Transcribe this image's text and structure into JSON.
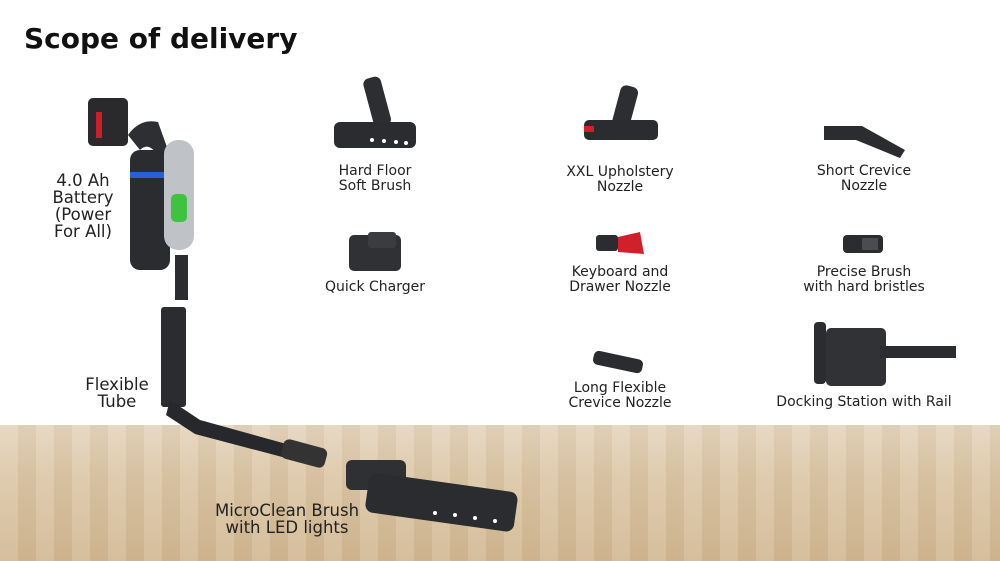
{
  "title": "Scope of delivery",
  "items": {
    "battery": [
      "4.0 Ah",
      "Battery",
      "(Power",
      "For All)"
    ],
    "flexible_tube": [
      "Flexible",
      "Tube"
    ],
    "microclean": [
      "MicroClean Brush",
      "with LED lights"
    ],
    "hard_floor": [
      "Hard Floor",
      "Soft Brush"
    ],
    "quick_charger": [
      "Quick Charger"
    ],
    "xxl_upholstery": [
      "XXL Upholstery",
      "Nozzle"
    ],
    "keyboard": [
      "Keyboard and",
      "Drawer Nozzle"
    ],
    "long_crevice": [
      "Long Flexible",
      "Crevice Nozzle"
    ],
    "short_crevice": [
      "Short Crevice",
      "Nozzle"
    ],
    "precise_brush": [
      "Precise Brush",
      "with hard bristles"
    ],
    "docking": [
      "Docking Station with Rail"
    ]
  },
  "colors": {
    "product_dark": "#2b2d30",
    "accent_red": "#d0202a",
    "display_green": "#3fc23f",
    "ring_blue": "#2b5fd9",
    "floor": "#dcc6a6"
  }
}
